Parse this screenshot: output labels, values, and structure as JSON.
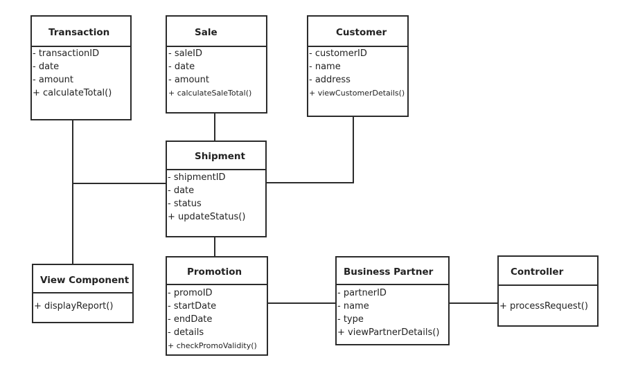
{
  "classes": {
    "transaction": {
      "name": "Transaction",
      "members": [
        "- transactionID",
        "- date",
        "- amount",
        "+ calculateTotal()"
      ]
    },
    "sale": {
      "name": "Sale",
      "members": [
        "- saleID",
        "- date",
        "- amount",
        "+ calculateSaleTotal()"
      ]
    },
    "customer": {
      "name": "Customer",
      "members": [
        "- customerID",
        "- name",
        "- address",
        "+ viewCustomerDetails()"
      ]
    },
    "shipment": {
      "name": "Shipment",
      "members": [
        "- shipmentID",
        "- date",
        "- status",
        "+ updateStatus()"
      ]
    },
    "view_component": {
      "name": "View Component",
      "members": [
        "+ displayReport()"
      ]
    },
    "promotion": {
      "name": "Promotion",
      "members": [
        "- promoID",
        "- startDate",
        "- endDate",
        "- details",
        "+ checkPromoValidity()"
      ]
    },
    "business_partner": {
      "name": "Business Partner",
      "members": [
        "- partnerID",
        "- name",
        "- type",
        "+ viewPartnerDetails()"
      ]
    },
    "controller": {
      "name": "Controller",
      "members": [
        "+ processRequest()"
      ]
    }
  },
  "colors": {
    "line": "#2b2b2b",
    "text": "#222222",
    "background": "#ffffff"
  }
}
